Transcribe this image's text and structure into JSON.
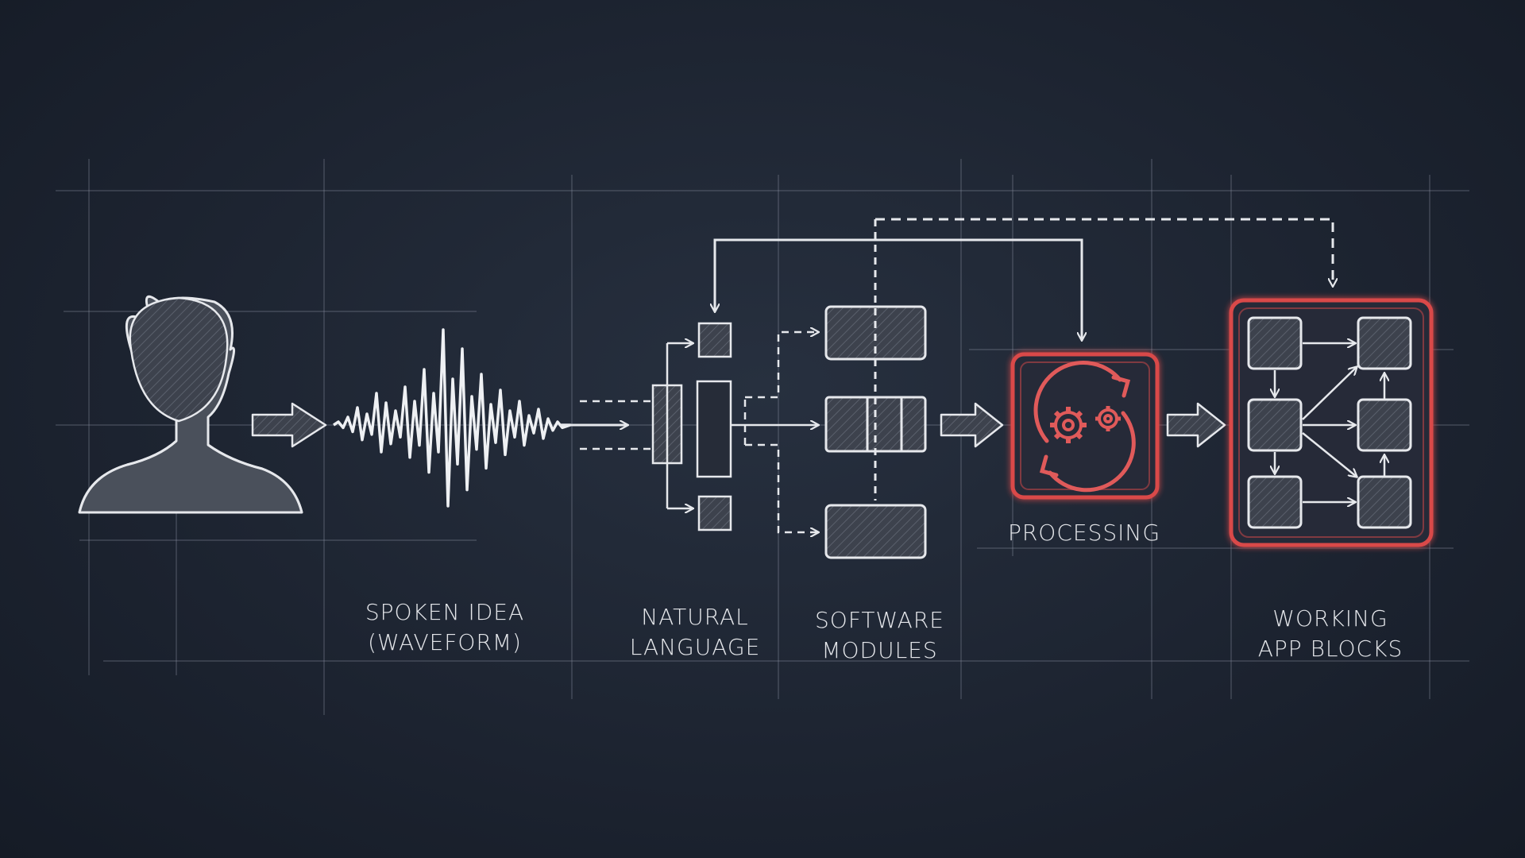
{
  "labels": {
    "spoken": {
      "line1": "SPOKEN IDEA",
      "line2": "(WAVEFORM)"
    },
    "natural": {
      "line1": "NATURAL",
      "line2": "LANGUAGE"
    },
    "software": {
      "line1": "SOFTWARE",
      "line2": "MODULES"
    },
    "processing": {
      "line1": "PROCESSING"
    },
    "working": {
      "line1": "WORKING",
      "line2": "APP BLOCKS"
    }
  },
  "colors": {
    "background": "#1d2431",
    "chalk": "#e6e8ec",
    "accent": "#d94a4a",
    "block_fill": "#3a3f4a"
  },
  "icons": [
    "person-silhouette-icon",
    "waveform-icon",
    "gear-cycle-icon"
  ]
}
